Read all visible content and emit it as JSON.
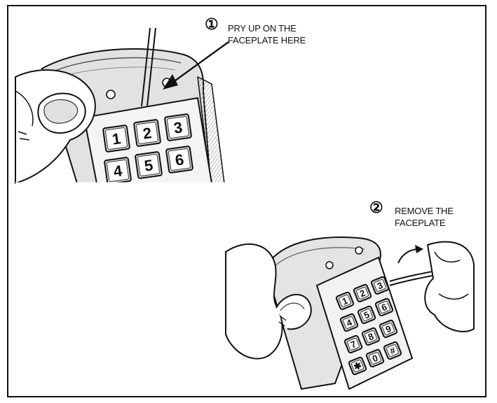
{
  "steps": [
    {
      "number": "1",
      "number_glyph": "①",
      "line1": "PRY UP ON THE",
      "line2": "FACEPLATE HERE"
    },
    {
      "number": "2",
      "number_glyph": "②",
      "line1": "REMOVE THE",
      "line2": "FACEPLATE"
    }
  ],
  "keypad_top": {
    "keys": [
      "1",
      "2",
      "3",
      "4",
      "5",
      "6"
    ]
  },
  "keypad_bottom": {
    "keys": [
      "1",
      "2",
      "3",
      "4",
      "5",
      "6",
      "7",
      "8",
      "9",
      "✱",
      "0",
      "#"
    ]
  },
  "colors": {
    "line": "#111111",
    "key_fill": "#d9d9d9",
    "body_fill": "#e6e6e6"
  }
}
